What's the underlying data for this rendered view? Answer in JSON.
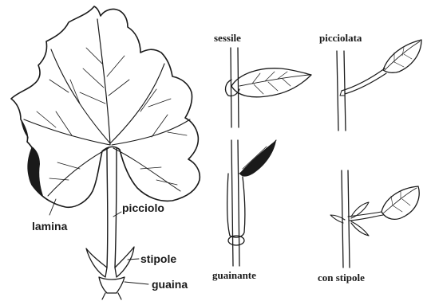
{
  "main_leaf": {
    "labels": {
      "lamina": "lamina",
      "picciolo": "picciolo",
      "stipole": "stipole",
      "guaina": "guaina"
    }
  },
  "leaf_types": [
    {
      "label": "sessile"
    },
    {
      "label": "picciolata"
    },
    {
      "label": "guainante"
    },
    {
      "label": "con stipole"
    }
  ]
}
